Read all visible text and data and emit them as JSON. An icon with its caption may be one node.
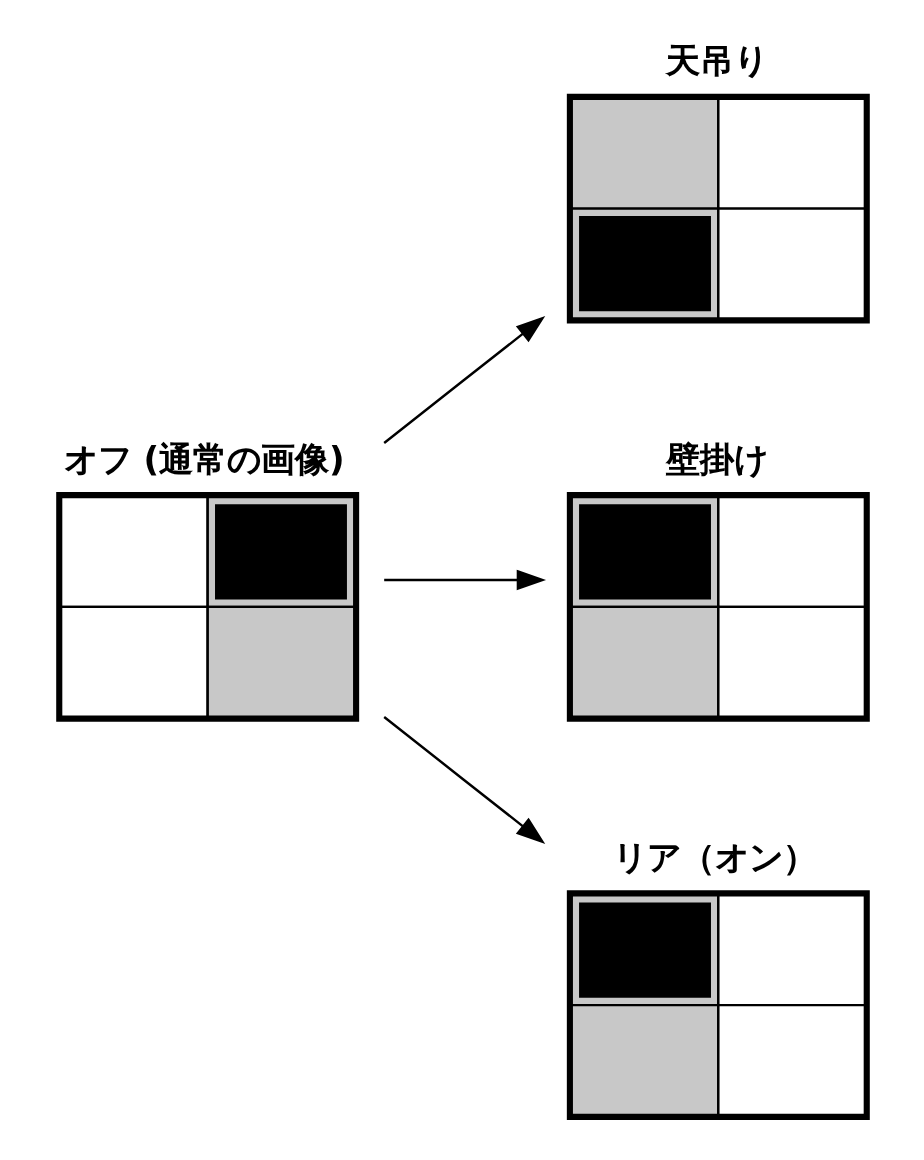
{
  "diagram": {
    "nodes": [
      {
        "text": [
          "オフ (通常の画像)"
        ]
      },
      {
        "text": [
          "天吊り"
        ]
      },
      {
        "text": [
          "壁掛け"
        ]
      },
      {
        "text": [
          "リア（オン）"
        ]
      }
    ],
    "edges": [
      {
        "from": 0,
        "to": 1,
        "arrow": "to"
      },
      {
        "from": 0,
        "to": 2,
        "arrow": "to"
      },
      {
        "from": 0,
        "to": 3,
        "arrow": "to"
      }
    ]
  }
}
